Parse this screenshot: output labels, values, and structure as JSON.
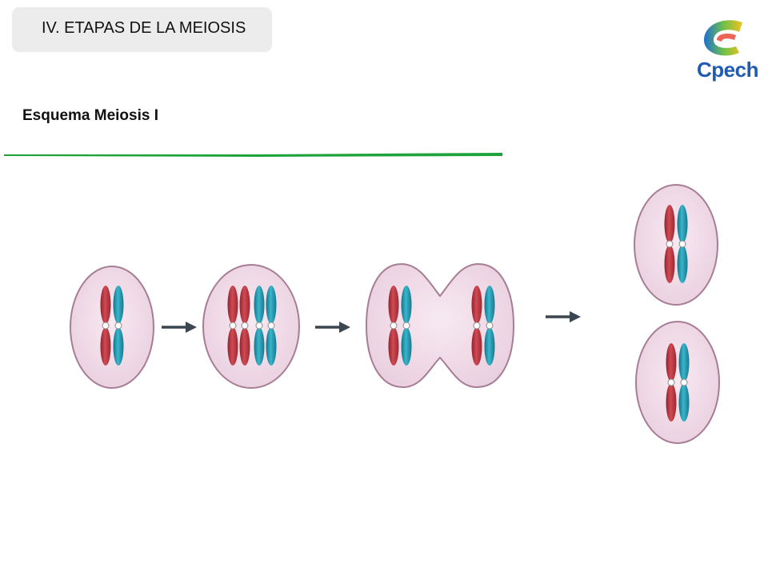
{
  "header": {
    "title": "IV. ETAPAS DE LA MEIOSIS"
  },
  "logo": {
    "text": "Cpech"
  },
  "section": {
    "subtitle": "Esquema Meiosis I"
  },
  "colors": {
    "cell_fill": "#f1dbe8",
    "cell_stroke": "#a77d96",
    "maternal_chromosome": "#c63a43",
    "paternal_chromosome": "#2aa3b8",
    "arrow": "#3a4650",
    "rule_green": "#1ea33b",
    "title_box": "#ececec"
  },
  "diagram": {
    "stages": [
      {
        "name": "cell-1",
        "chromosome_colors": [
          "maternal",
          "paternal"
        ]
      },
      {
        "name": "cell-2",
        "chromosome_colors": [
          "maternal",
          "maternal",
          "paternal",
          "paternal"
        ]
      },
      {
        "name": "cell-3-dividing",
        "chromosome_colors": [
          "maternal",
          "paternal",
          "maternal",
          "paternal"
        ]
      },
      {
        "name": "daughter-cell-top",
        "chromosome_colors": [
          "maternal",
          "paternal"
        ]
      },
      {
        "name": "daughter-cell-bottom",
        "chromosome_colors": [
          "maternal",
          "paternal"
        ]
      }
    ],
    "arrow_count": 3
  }
}
